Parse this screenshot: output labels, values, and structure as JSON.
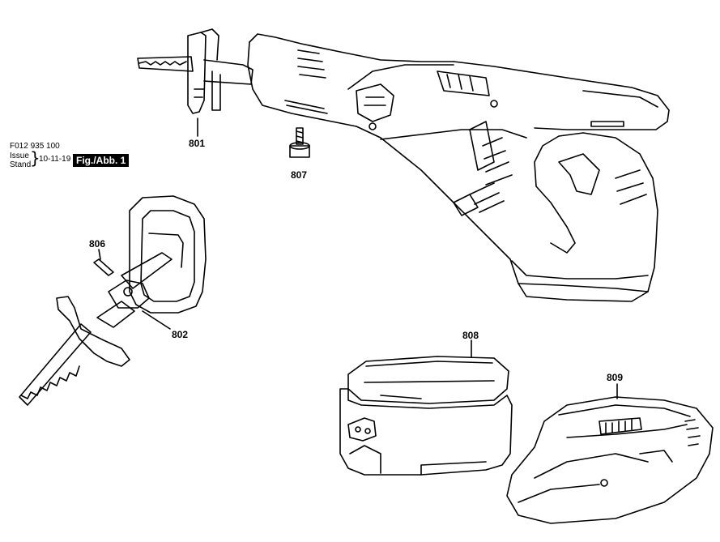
{
  "document": {
    "part_number": "F012 935 100",
    "issue_label": "Issue",
    "stand_label": "Stand",
    "date": "10-11-19",
    "figure": "Fig./Abb. 1"
  },
  "callouts": {
    "c801": "801",
    "c807": "807",
    "c806": "806",
    "c802": "802",
    "c808": "808",
    "c809": "809"
  }
}
